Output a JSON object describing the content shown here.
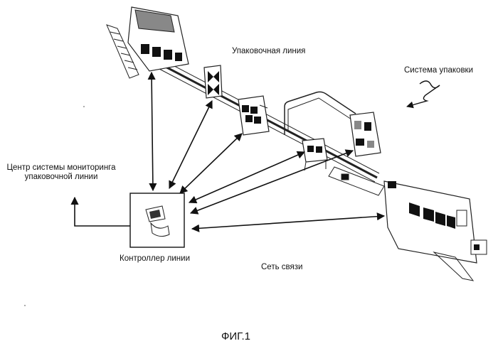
{
  "labels": {
    "packaging_line": "Упаковочная линия",
    "packaging_system": "Система упаковки",
    "monitoring_center": "Центр системы мониторинга\nупаковочной линии",
    "line_controller": "Контроллер линии",
    "comm_network": "Сеть связи"
  },
  "figure_caption": "ФИГ.1",
  "colors": {
    "ink": "#111111",
    "machine_fill": "#ffffff",
    "machine_dark": "#1a1a1a",
    "machine_grey": "#8a8a8a"
  },
  "icons": {
    "controller": "computer-terminal-icon",
    "equipment": "packaging-machine-icon"
  }
}
